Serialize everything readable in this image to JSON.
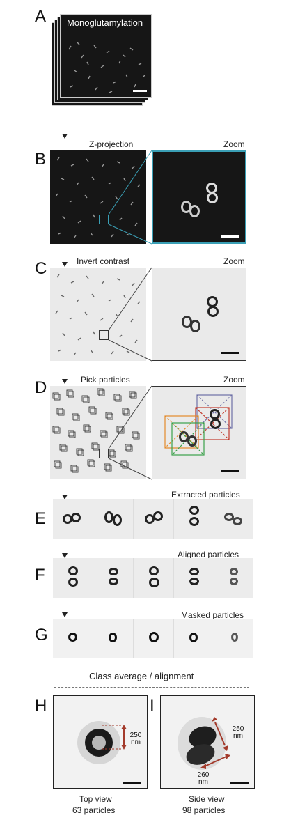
{
  "panels": {
    "A": {
      "label": "A",
      "title": "Monoglutamylation"
    },
    "B": {
      "label": "B",
      "title": "Z-projection",
      "zoom_title": "Zoom"
    },
    "C": {
      "label": "C",
      "title": "Invert contrast",
      "zoom_title": "Zoom"
    },
    "D": {
      "label": "D",
      "title": "Pick particles",
      "zoom_title": "Zoom"
    },
    "E": {
      "label": "E",
      "title": "Extracted particles"
    },
    "F": {
      "label": "F",
      "title": "Aligned particles"
    },
    "G": {
      "label": "G",
      "title": "Masked particles"
    },
    "divider": {
      "title": "Class average / alignment"
    },
    "H": {
      "label": "H",
      "measure": "250\nnm",
      "caption_line1": "Top view",
      "caption_line2": "63 particles"
    },
    "I": {
      "label": "I",
      "measure1": "250\nnm",
      "measure2": "260\nnm",
      "caption_line1": "Side view",
      "caption_line2": "98 particles"
    }
  },
  "colors": {
    "zoom_border_B": "#3a9fb5",
    "measure_arrow": "#a33a2b",
    "pick_box_blue": "#6d6fa6",
    "pick_box_red": "#c23a2c",
    "pick_box_orange": "#e38a2a",
    "pick_box_green": "#3aa14a"
  }
}
